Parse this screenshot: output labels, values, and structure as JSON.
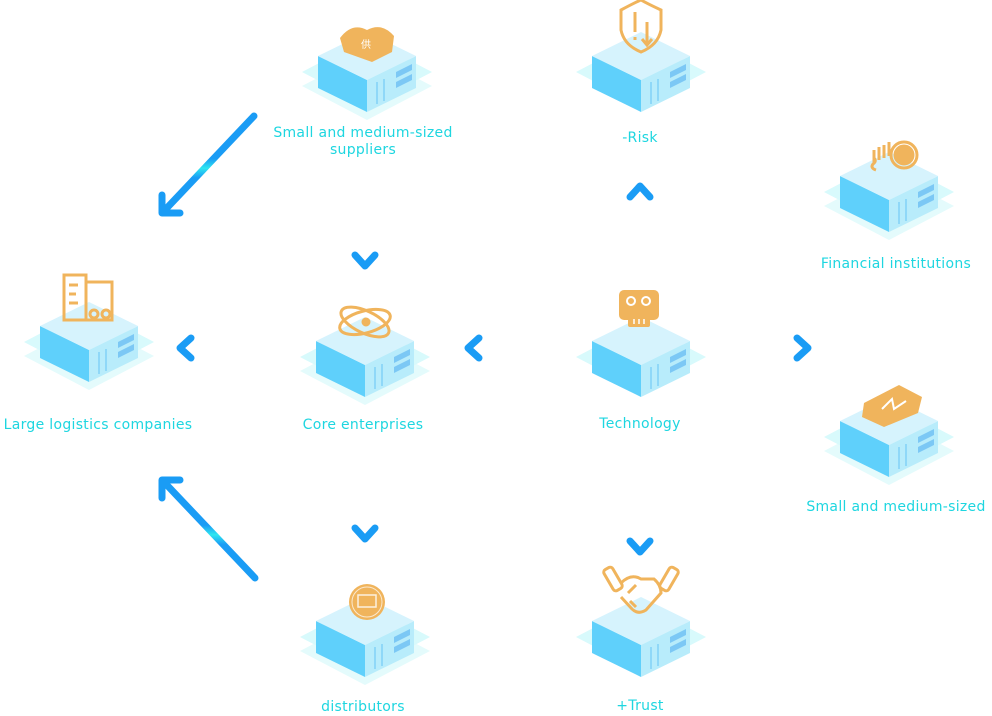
{
  "title": "Supply chain finance diagram",
  "colors": {
    "label": "#1ed6e0",
    "arrow": "#1a9cf5",
    "arrow_glow": "#2ee6f0",
    "icon": "#f0b45c",
    "box_top": "#d6f3fd",
    "box_side": "#5fd0fb",
    "platform": "#d8fafc"
  },
  "nodes": {
    "suppliers": {
      "label_line1": "Small and medium-sized",
      "label_line2": "suppliers",
      "icon": "supply-bag-icon"
    },
    "risk": {
      "label": "-Risk",
      "icon": "shield-alert-icon"
    },
    "financial": {
      "label": "Financial institutions",
      "icon": "finance-coin-icon"
    },
    "logistics": {
      "label": "Large logistics companies",
      "icon": "logistics-truck-icon"
    },
    "core": {
      "label": "Core enterprises",
      "icon": "core-orbit-icon"
    },
    "technology": {
      "label": "Technology",
      "icon": "robot-icon"
    },
    "sme": {
      "label": "Small and medium-sized",
      "icon": "sme-book-icon"
    },
    "distributors": {
      "label": "distributors",
      "icon": "distributor-seal-icon"
    },
    "trust": {
      "label": "+Trust",
      "icon": "handshake-icon"
    }
  },
  "arrows": [
    {
      "from": "suppliers",
      "to": "logistics",
      "direction": "down-left"
    },
    {
      "from": "suppliers",
      "to": "core",
      "direction": "down"
    },
    {
      "from": "core",
      "to": "logistics",
      "direction": "left"
    },
    {
      "from": "core",
      "to": "distributors",
      "direction": "down"
    },
    {
      "from": "distributors",
      "to": "logistics",
      "direction": "up-left"
    },
    {
      "from": "technology",
      "to": "core",
      "direction": "left"
    },
    {
      "from": "technology",
      "to": "risk",
      "direction": "up"
    },
    {
      "from": "technology",
      "to": "trust",
      "direction": "down"
    },
    {
      "from": "technology",
      "to": "financial_sme",
      "direction": "right"
    }
  ]
}
